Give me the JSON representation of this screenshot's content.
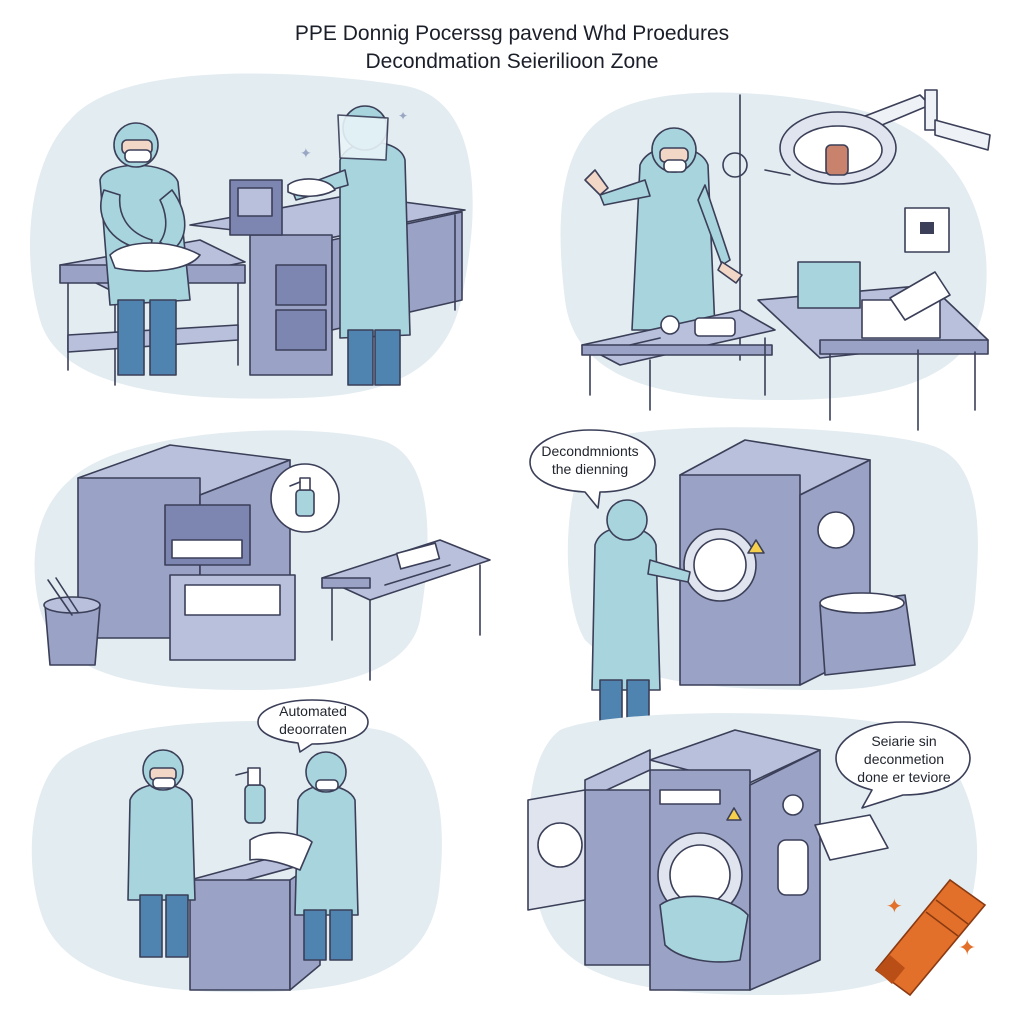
{
  "title": {
    "line1": "PPE Donnig Pocerssg pavend Whd Proedures",
    "line2": "Decondmation Seierilioon Zone"
  },
  "speech_bubbles": {
    "bubble1": {
      "line1": "Decondmnionts",
      "line2": "the dienning"
    },
    "bubble2": {
      "line1": "Automated",
      "line2": "deoorraten"
    },
    "bubble3": {
      "line1": "Seiarie sin",
      "line2": "deconmetion",
      "line3": "done er teviore"
    }
  },
  "icons": [
    "spray-bottle-icon",
    "crayon-icon",
    "sparkle-icon",
    "surgical-lamp-icon",
    "warning-icon"
  ],
  "colors": {
    "background_blob": "#e3ecf1",
    "ppe_gown": "#a8d4de",
    "ppe_pants": "#4f84b0",
    "equipment": "#9aa3c6",
    "equipment_dark": "#7c86b0",
    "outline": "#3b3f58",
    "crayon": "#e2702a"
  }
}
